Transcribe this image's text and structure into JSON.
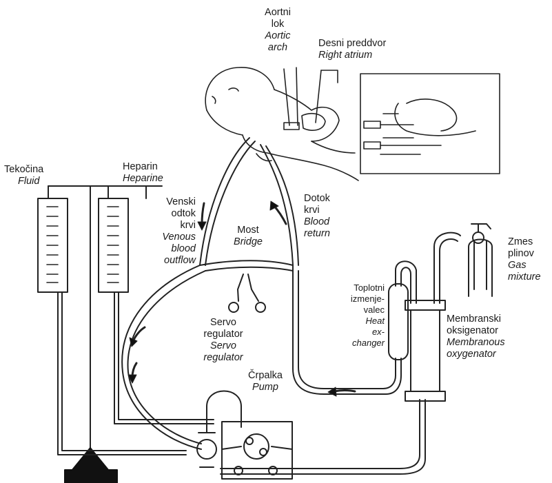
{
  "labels": {
    "aortic_arch": {
      "sl1": "Aortni",
      "sl2": "lok",
      "en1": "Aortic",
      "en2": "arch"
    },
    "right_atrium": {
      "sl": "Desni preddvor",
      "en": "Right atrium"
    },
    "fluid": {
      "sl": "Tekočina",
      "en": "Fluid"
    },
    "heparin": {
      "sl": "Heparin",
      "en": "Heparine"
    },
    "venous": {
      "sl1": "Venski",
      "sl2": "odtok",
      "sl3": "krvi",
      "en1": "Venous",
      "en2": "blood",
      "en3": "outflow"
    },
    "blood_return": {
      "sl1": "Dotok",
      "sl2": "krvi",
      "en1": "Blood",
      "en2": "return"
    },
    "bridge": {
      "sl": "Most",
      "en": "Bridge"
    },
    "gas": {
      "sl1": "Zmes",
      "sl2": "plinov",
      "en1": "Gas",
      "en2": "mixture"
    },
    "heat_exchanger": {
      "sl1": "Toplotni",
      "sl2": "izmenje-",
      "sl3": "valec",
      "en1": "Heat",
      "en2": "ex-",
      "en3": "changer"
    },
    "oxygenator": {
      "sl1": "Membranski",
      "sl2": "oksigenator",
      "en1": "Membranous",
      "en2": "oxygenator"
    },
    "servo": {
      "sl1": "Servo",
      "sl2": "regulator",
      "en1": "Servo",
      "en2": "regulator"
    },
    "pump": {
      "sl": "Črpalka",
      "en": "Pump"
    }
  }
}
